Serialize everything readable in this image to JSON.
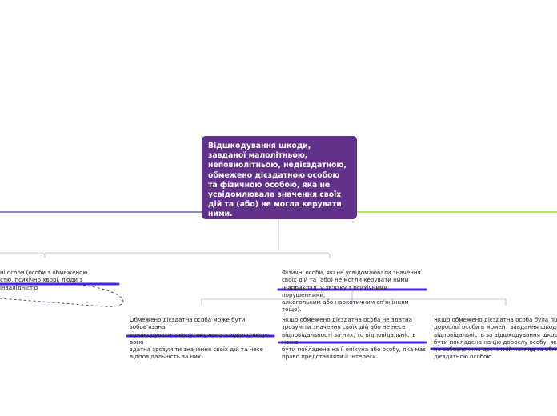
{
  "central_topic": "Відшкодування шкоди, завданої малолітньою, неповнолітньою, недієздатною, обмежено дієздатною особою та фізичною особою, яка не усвідомлювала значення своїх дій та (або) не могла керувати ними.",
  "left_branch": {
    "text": "ні особи (особи з обмеженою\nстю, психічно хворі, люди з інвалідністю"
  },
  "right_branch": {
    "text": "Фізичні особи, які не усвідомлювали значення\nсвоїх дій та (або) не могли керувати ними\n(наприклад, у зв'язку з психічними порушеннями,\nалкогольним або наркотичним сп'янінням тощо).",
    "children": [
      {
        "text": "Обмежено дієздатна особа може бути зобов'язана\nвідшкодувати шкоду, яку вона завдала, якщо вона\nздатна зрозуміти значення своїх дій та несе\nвідповідальність за них."
      },
      {
        "text": "Якщо обмежено дієздатна особа не здатна\nзрозуміти значення своїх дій або не несе\nвідповідальності за них, то відповідальність може\nбути покладена на її опікуна або особу, яка має\nправо представляти її інтереси."
      },
      {
        "text": "Якщо обмежено дієздатна особа була під наг\nдорослої особи в момент завдання шкоди, то\nвідповідальність за відшкодування шкоди мо\nбути покладена на цю дорослу особу, якщо в\nне забезпечила достатній нагляд за обмежен\nдієздатною особою."
      }
    ]
  },
  "colors": {
    "central_fill": "#61318a",
    "left_line": "#5b3fa0",
    "right_line": "#7ed321",
    "underline": "#4a1ee8",
    "connector": "#b6a6e0"
  }
}
